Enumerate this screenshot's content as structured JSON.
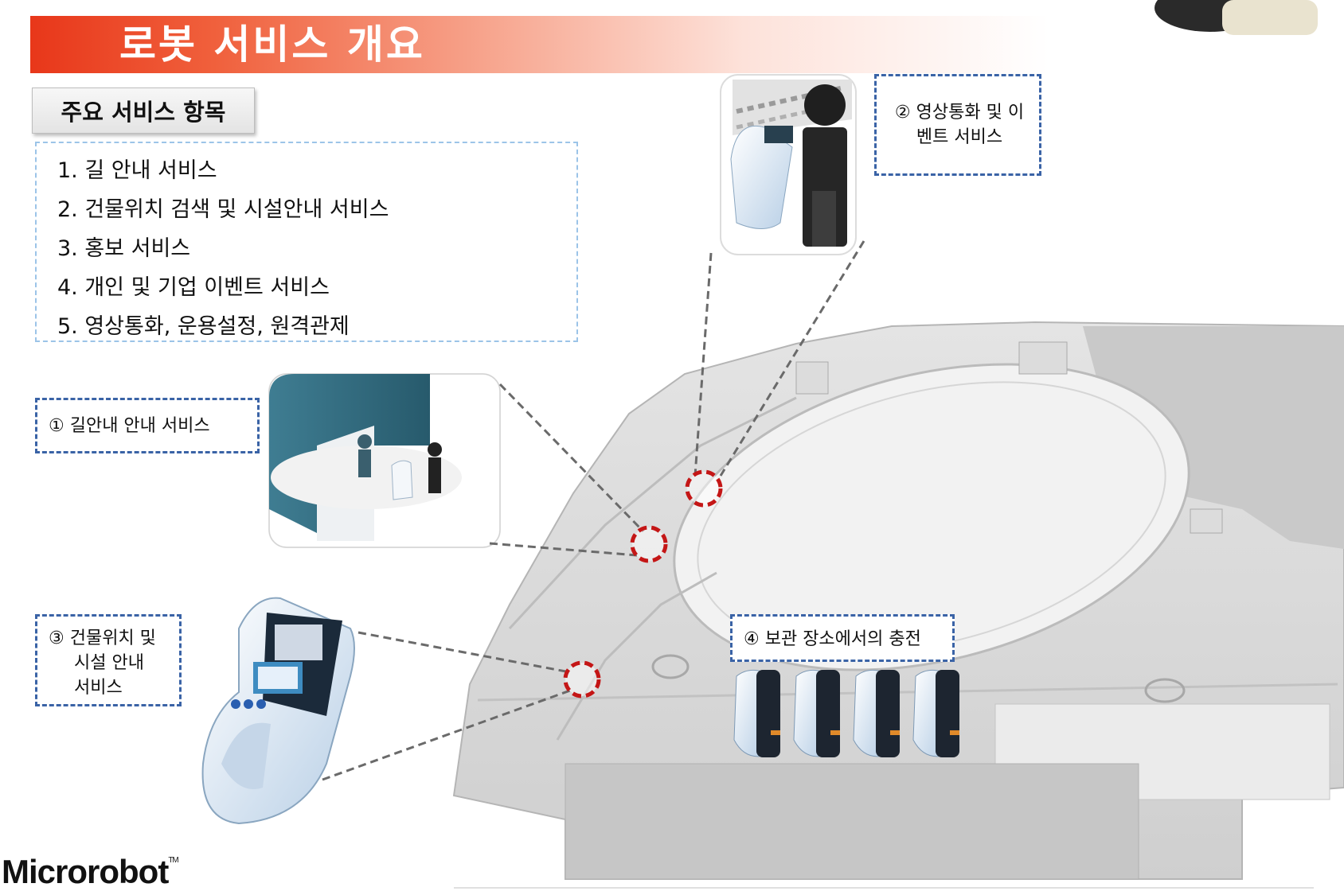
{
  "header": {
    "title": "로봇 서비스 개요"
  },
  "section": {
    "label": "주요 서비스 항목"
  },
  "services": [
    "1. 길 안내 서비스",
    "2. 건물위치 검색 및 시설안내 서비스",
    "3. 홍보 서비스",
    "4. 개인 및 기업 이벤트 서비스",
    "5. 영상통화, 운용설정, 원격관제"
  ],
  "callouts": {
    "c1": "① 길안내 안내 서비스",
    "c2_line1": "② 영상통화 및 이",
    "c2_line2": "벤트 서비스",
    "c3_line1": "③ 건물위치 및",
    "c3_line2": "시설 안내",
    "c3_line3": "서비스",
    "c4": "④ 보관 장소에서의 충전"
  },
  "footer": {
    "logo": "Microrobot",
    "tm": "TM"
  },
  "colors": {
    "accent": "#e8371a",
    "callout_border": "#3a63a6",
    "marker": "#c41616"
  }
}
